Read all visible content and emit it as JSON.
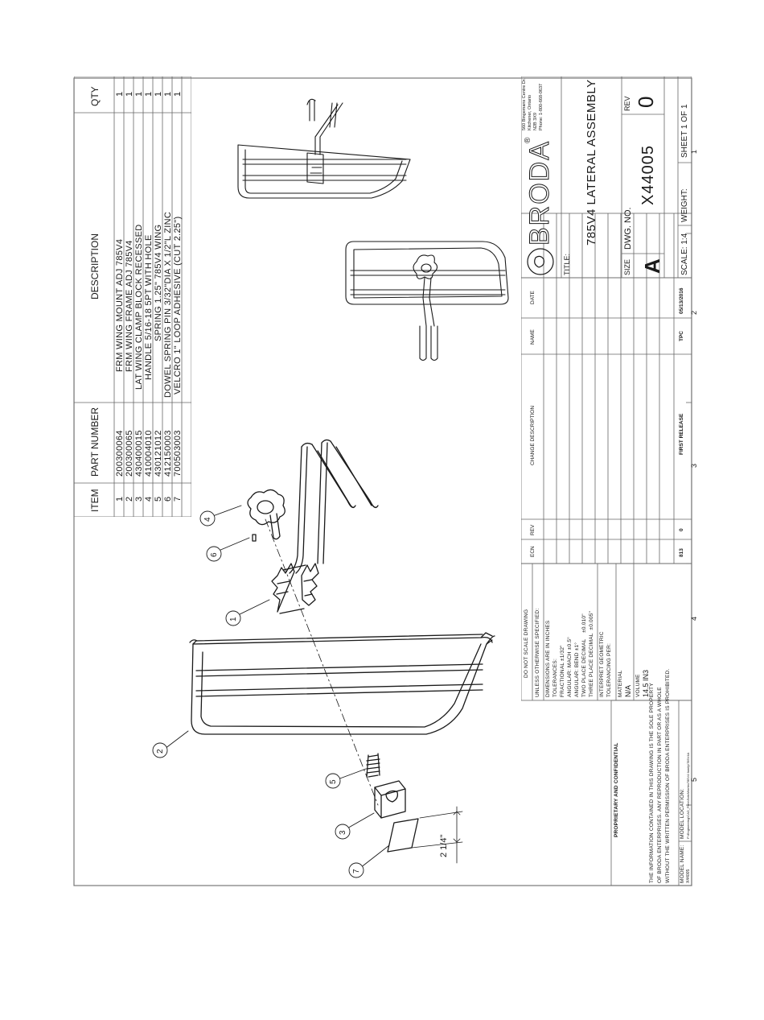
{
  "bom": {
    "headers": {
      "item": "ITEM",
      "part_number": "PART NUMBER",
      "description": "DESCRIPTION",
      "qty": "QTY"
    },
    "rows": [
      {
        "item": "1",
        "part": "200300064",
        "desc": "FRM WING MOUNT ADJ 785V4",
        "qty": "1"
      },
      {
        "item": "2",
        "part": "200300065",
        "desc": "FRM WING FRAME ADJ 785V4",
        "qty": "1"
      },
      {
        "item": "3",
        "part": "430400015",
        "desc": "LAT WING CLAMP BLOCK RECESSED",
        "qty": "1"
      },
      {
        "item": "4",
        "part": "410004010",
        "desc": "HANDLE 5/16-18 5PT WITH HOLE",
        "qty": "1"
      },
      {
        "item": "5",
        "part": "430121012",
        "desc": "SPRING 1.25\" 785V4 WING",
        "qty": "1"
      },
      {
        "item": "6",
        "part": "412150003",
        "desc": "DOWEL SPRING PIN 3/32\"DIA X 1/2\"L ZINC",
        "qty": "1"
      },
      {
        "item": "7",
        "part": "700503003",
        "desc": "VELCRO 1\" LOOP ADHESIVE (CUT 2.25\")",
        "qty": "1"
      }
    ]
  },
  "balloons": [
    "1",
    "2",
    "3",
    "4",
    "5",
    "6",
    "7"
  ],
  "dimension": "2 1/4\"",
  "notes": {
    "do_not_scale": "DO NOT SCALE DRAWING",
    "unless": "UNLESS OTHERWISE SPECIFIED:",
    "lines": [
      "DIMENSIONS ARE IN INCHES",
      "TOLERANCES:",
      "FRACTIONAL ±1/32\"",
      "ANGULAR: MACH ±0.5°",
      "ANGULAR: BEND ±1°",
      "TWO PLACE DECIMAL    ±0.010\"",
      "THREE PLACE DECIMAL  ±0.005\""
    ],
    "geometric": [
      "INTERPRET GEOMETRIC",
      "TOLERANCING PER:"
    ],
    "material_label": "MATERIAL",
    "material_value": "N/A",
    "volume_label": "VOLUME",
    "volume_value": "14.5 IN3"
  },
  "proprietary": {
    "title": "PROPRIETARY AND CONFIDENTIAL",
    "lines": [
      "THE INFORMATION CONTAINED IN THIS DRAWING IS THE SOLE PROPERTY",
      "OF BRODA ENTERPRISES.  ANY REPRODUCTION IN PART OR AS A WHOLE",
      "WITHOUT THE WRITTEN PERMISSION OF BRODA ENTERPRISES IS PROHIBITED."
    ],
    "model_name_label": "MODEL NAME:",
    "model_name_value": "X44005",
    "model_location_label": "MODEL LOCATION:",
    "model_location_value": "P:\\Engineering\\CAD_Files\\SolidWorks\\785V4 family\\785V4A"
  },
  "revisions": {
    "headers": {
      "ecn": "ECN",
      "rev": "REV",
      "change": "CHANGE DESCRIPTION",
      "name": "NAME",
      "date": "DATE"
    },
    "row": {
      "ecn": "813",
      "rev": "0",
      "change": "FIRST RELEASE",
      "name": "TPC",
      "date": "05/13/2016"
    }
  },
  "company": {
    "name": "BRODA",
    "reg": "®",
    "address": [
      "560 Bingemans Centre Dr.",
      "Kitchener, Ontario",
      "N2B 3X9",
      "Phone: 1-800-668-0637"
    ]
  },
  "title_block": {
    "title_label": "TITLE:",
    "title": "785V4 LATERAL ASSEMBLY",
    "size_label": "SIZE",
    "size": "A",
    "dwg_label": "DWG.  NO.",
    "dwg": "X44005",
    "rev_label": "REV",
    "rev": "0",
    "scale": "SCALE: 1:4",
    "weight": "WEIGHT:",
    "sheet": "SHEET 1 OF 1"
  },
  "zones": [
    "1",
    "2",
    "3",
    "4",
    "5"
  ],
  "colors": {
    "line": "#1a1a1a",
    "paper": "#ffffff",
    "border": "#888888"
  }
}
